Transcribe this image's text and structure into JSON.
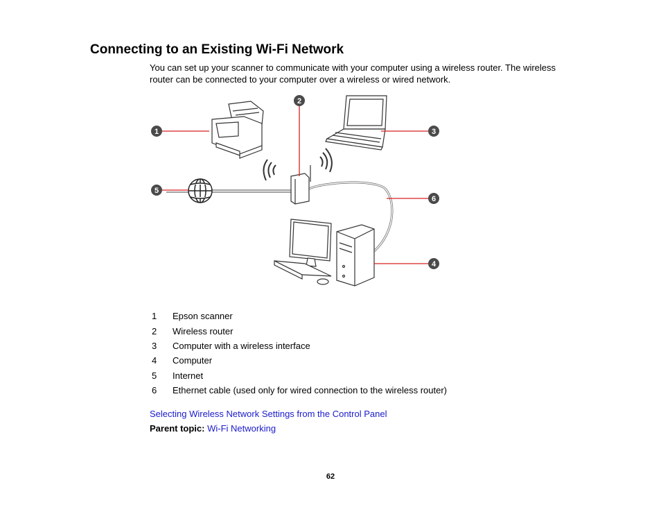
{
  "heading": "Connecting to an Existing Wi-Fi Network",
  "intro": "You can set up your scanner to communicate with your computer using a wireless router. The wireless router can be connected to your computer over a wireless or wired network.",
  "callouts": [
    "1",
    "2",
    "3",
    "4",
    "5",
    "6"
  ],
  "legend": [
    {
      "num": "1",
      "text": "Epson scanner"
    },
    {
      "num": "2",
      "text": "Wireless router"
    },
    {
      "num": "3",
      "text": "Computer with a wireless interface"
    },
    {
      "num": "4",
      "text": "Computer"
    },
    {
      "num": "5",
      "text": "Internet"
    },
    {
      "num": "6",
      "text": "Ethernet cable (used only for wired connection to the wireless router)"
    }
  ],
  "related_link": "Selecting Wireless Network Settings from the Control Panel",
  "parent_topic": {
    "label": "Parent topic:",
    "link": "Wi-Fi Networking"
  },
  "page_number": "62",
  "colors": {
    "callout_line": "#d62020",
    "callout_badge": "#4a4a4a",
    "link": "#1a1acc"
  }
}
